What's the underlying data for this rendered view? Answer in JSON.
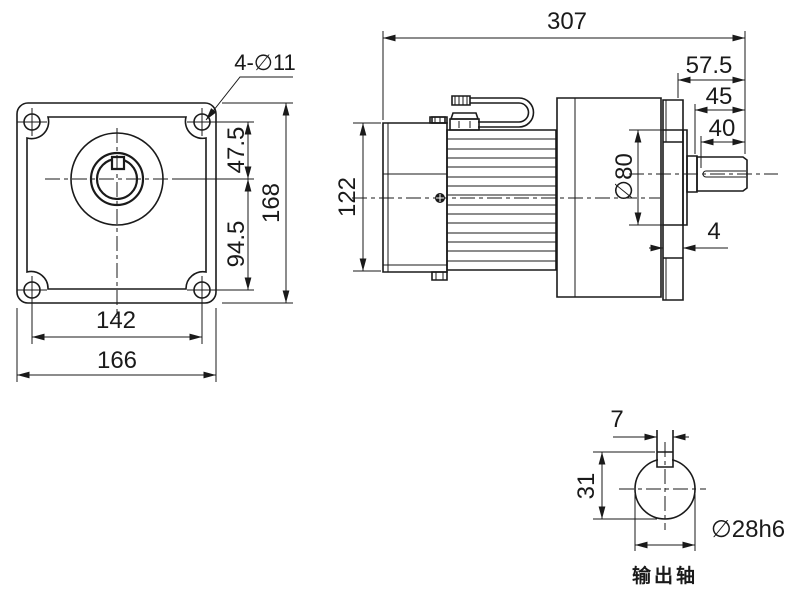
{
  "meta": {
    "background": "#ffffff",
    "line_color": "#1a1a1a",
    "drawing_type": "gear-motor dimension drawing"
  },
  "front_view": {
    "bolt_holes_label": "4-∅11",
    "dim_top_hole_to_axis": "47.5",
    "dim_axis_to_bottom_hole": "94.5",
    "dim_flange_height": "168",
    "dim_hole_spacing": "142",
    "dim_flange_width": "166"
  },
  "side_view": {
    "dim_overall_length": "307",
    "dim_flange_face_to_shaft_end": "57.5",
    "dim_shaft_length": "45",
    "dim_keyway_length": "40",
    "dim_spigot_diameter": "∅80",
    "dim_spigot_thickness": "4",
    "dim_fan_cover_diameter": "122"
  },
  "shaft_view": {
    "dim_key_width": "7",
    "dim_keyway_flat_to_bottom": "31",
    "dim_shaft_diameter": "∅28h6",
    "caption": "输出轴"
  }
}
